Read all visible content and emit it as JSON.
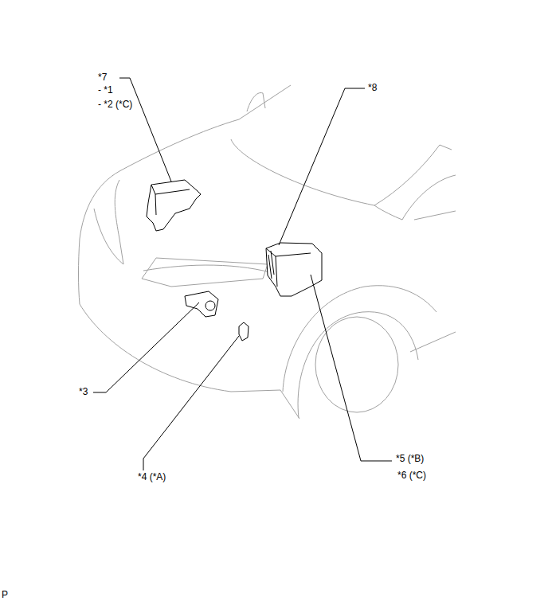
{
  "diagram": {
    "labels": [
      "*7",
      "- *1",
      "- *2 (*C)",
      "*8",
      "*3",
      "*4 (*A)",
      "*5 (*B)",
      "*6 (*C)",
      "P"
    ]
  }
}
